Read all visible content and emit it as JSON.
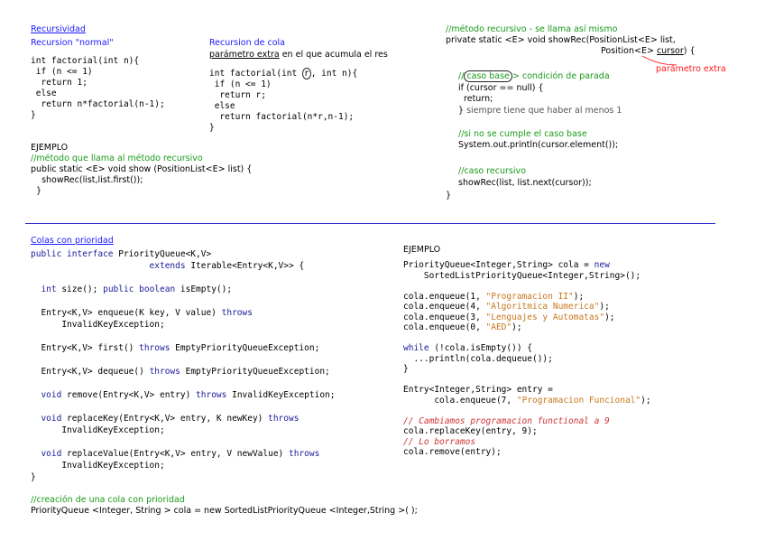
{
  "top_left": {
    "heading": "Recursividad",
    "normal_title": "Recursion \"normal\"",
    "normal_code": [
      "int factorial(int n){",
      " if (n <= 1)",
      "  return 1;",
      " else",
      "  return n*factorial(n-1);",
      "}"
    ],
    "cola_title": "Recursion de cola",
    "cola_sub": "parámetro extra en el que acumula el res",
    "cola_code_l1a": "int factorial(int ",
    "cola_code_l1r": "r",
    "cola_code_l1b": ", int n){",
    "cola_code": [
      " if (n <= 1)",
      "  return r;",
      " else",
      "  return factorial(n*r,n-1);",
      "}"
    ],
    "ejemplo": "EJEMPLO",
    "show_comment": "//método que llama al método recursivo",
    "show_code": [
      "public static <E> void show (PositionList<E> list) {",
      "    showRec(list,list.first());",
      "  }"
    ]
  },
  "top_right": {
    "comment1": "//método recursivo - se llama así mismo",
    "sig1": "private static <E> void showRec(PositionList<E> list,",
    "sig2a": "Position<E> ",
    "sig2b": "cursor",
    "sig2c": ") {",
    "extra_label": "parámetro extra",
    "base_prefix": "//",
    "base_circled": "caso base",
    "base_suffix": "> condición de parada",
    "if_line": "if (cursor == null) {",
    "return_line": "  return;",
    "close_line": "} ",
    "close_note": "siempre tiene que haber al menos 1",
    "else_comment": "//si no se cumple el caso base",
    "println": "System.out.println(cursor.element());",
    "rec_comment": "//caso recursivo",
    "rec_call": "showRec(list, list.next(cursor));",
    "brace": "}"
  },
  "bottom_left": {
    "heading": "Colas con prioridad",
    "lines": [
      [
        {
          "t": "public interface ",
          "c": "kw"
        },
        {
          "t": "PriorityQueue<K,V>",
          "c": ""
        }
      ],
      [
        {
          "t": "                       extends ",
          "c": "kw"
        },
        {
          "t": "Iterable<Entry<K,V>> {",
          "c": ""
        }
      ],
      [],
      [
        {
          "t": "  int ",
          "c": "kw"
        },
        {
          "t": "size(); ",
          "c": ""
        },
        {
          "t": "public boolean ",
          "c": "kw"
        },
        {
          "t": "isEmpty();",
          "c": ""
        }
      ],
      [],
      [
        {
          "t": "  Entry<K,V> enqueue(K key, V value) ",
          "c": ""
        },
        {
          "t": "throws",
          "c": "kw"
        }
      ],
      [
        {
          "t": "      InvalidKeyException;",
          "c": ""
        }
      ],
      [],
      [
        {
          "t": "  Entry<K,V> first() ",
          "c": ""
        },
        {
          "t": "throws ",
          "c": "kw"
        },
        {
          "t": "EmptyPriorityQueueException;",
          "c": ""
        }
      ],
      [],
      [
        {
          "t": "  Entry<K,V> dequeue() ",
          "c": ""
        },
        {
          "t": "throws ",
          "c": "kw"
        },
        {
          "t": "EmptyPriorityQueueException;",
          "c": ""
        }
      ],
      [],
      [
        {
          "t": "  void ",
          "c": "kw"
        },
        {
          "t": "remove(Entry<K,V> entry) ",
          "c": ""
        },
        {
          "t": "throws ",
          "c": "kw"
        },
        {
          "t": "InvalidKeyException;",
          "c": ""
        }
      ],
      [],
      [
        {
          "t": "  void ",
          "c": "kw"
        },
        {
          "t": "replaceKey(Entry<K,V> entry, K newKey) ",
          "c": ""
        },
        {
          "t": "throws",
          "c": "kw"
        }
      ],
      [
        {
          "t": "      InvalidKeyException;",
          "c": ""
        }
      ],
      [],
      [
        {
          "t": "  void ",
          "c": "kw"
        },
        {
          "t": "replaceValue(Entry<K,V> entry, V newValue) ",
          "c": ""
        },
        {
          "t": "throws",
          "c": "kw"
        }
      ],
      [
        {
          "t": "      InvalidKeyException;",
          "c": ""
        }
      ],
      [
        {
          "t": "}",
          "c": ""
        }
      ]
    ],
    "creation_comment": "//creación de una cola con prioridad",
    "creation_code": "PriorityQueue <Integer, String > cola = new SortedListPriorityQueue <Integer,String >( );"
  },
  "bottom_right": {
    "ejemplo": "EJEMPLO",
    "lines": [
      [
        {
          "t": "PriorityQueue<Integer,String> cola = ",
          "c": ""
        },
        {
          "t": "new",
          "c": "kw"
        }
      ],
      [
        {
          "t": "    SortedListPriorityQueue<Integer,String>();",
          "c": ""
        }
      ],
      [],
      [
        {
          "t": "cola.enqueue(1, ",
          "c": ""
        },
        {
          "t": "\"Programacion II\"",
          "c": "str"
        },
        {
          "t": ");",
          "c": ""
        }
      ],
      [
        {
          "t": "cola.enqueue(4, ",
          "c": ""
        },
        {
          "t": "\"Algoritmica Numerica\"",
          "c": "str"
        },
        {
          "t": ");",
          "c": ""
        }
      ],
      [
        {
          "t": "cola.enqueue(3, ",
          "c": ""
        },
        {
          "t": "\"Lenguajes y Automatas\"",
          "c": "str"
        },
        {
          "t": ");",
          "c": ""
        }
      ],
      [
        {
          "t": "cola.enqueue(0, ",
          "c": ""
        },
        {
          "t": "\"AED\"",
          "c": "str"
        },
        {
          "t": ");",
          "c": ""
        }
      ],
      [],
      [
        {
          "t": "while ",
          "c": "kw"
        },
        {
          "t": "(!cola.isEmpty()) {",
          "c": ""
        }
      ],
      [
        {
          "t": "  ...println(cola.dequeue());",
          "c": ""
        }
      ],
      [
        {
          "t": "}",
          "c": ""
        }
      ],
      [],
      [
        {
          "t": "Entry<Integer,String> entry =",
          "c": ""
        }
      ],
      [
        {
          "t": "      cola.enqueue(7, ",
          "c": ""
        },
        {
          "t": "\"Programacion Funcional\"",
          "c": "str"
        },
        {
          "t": ");",
          "c": ""
        }
      ],
      [],
      [
        {
          "t": "// Cambiamos programacion functional a 9",
          "c": "cmt"
        }
      ],
      [
        {
          "t": "cola.replaceKey(entry, 9);",
          "c": ""
        }
      ],
      [
        {
          "t": "// Lo borramos",
          "c": "cmt"
        }
      ],
      [
        {
          "t": "cola.remove(entry);",
          "c": ""
        }
      ]
    ]
  }
}
